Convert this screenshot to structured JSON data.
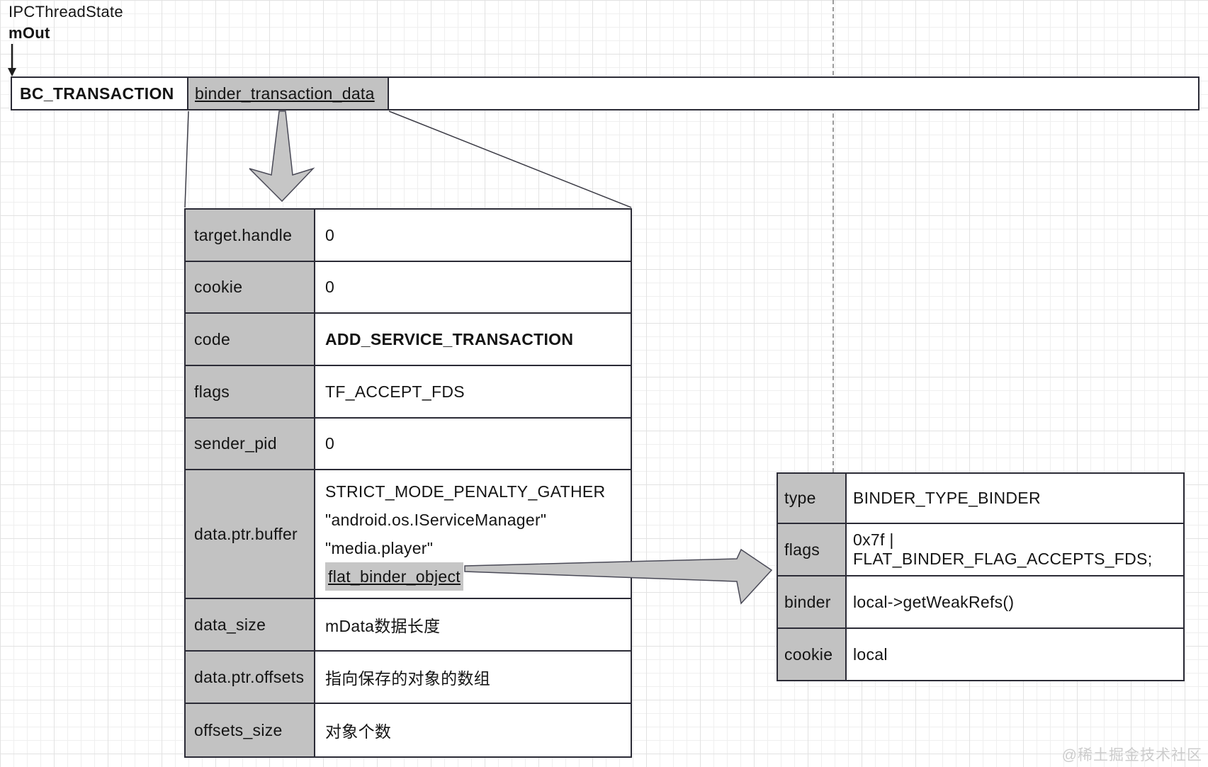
{
  "header": {
    "class_name": "IPCThreadState",
    "field_name": "mOut"
  },
  "command_bar": {
    "command": "BC_TRANSACTION",
    "payload": "binder_transaction_data"
  },
  "transaction_table": {
    "rows": [
      {
        "label": "target.handle",
        "value": "0"
      },
      {
        "label": "cookie",
        "value": "0"
      },
      {
        "label": "code",
        "value": "ADD_SERVICE_TRANSACTION"
      },
      {
        "label": "flags",
        "value": "TF_ACCEPT_FDS"
      },
      {
        "label": "sender_pid",
        "value": "0"
      },
      {
        "label": "data.ptr.buffer",
        "lines": [
          "STRICT_MODE_PENALTY_GATHER",
          "\"android.os.IServiceManager\"",
          "\"media.player\"",
          "flat_binder_object"
        ]
      },
      {
        "label": "data_size",
        "value": "mData数据长度"
      },
      {
        "label": "data.ptr.offsets",
        "value": "指向保存的对象的数组"
      },
      {
        "label": "offsets_size",
        "value": "对象个数"
      }
    ]
  },
  "flat_binder_table": {
    "rows": [
      {
        "label": "type",
        "value": "BINDER_TYPE_BINDER"
      },
      {
        "label": "flags",
        "value": "0x7f | FLAT_BINDER_FLAG_ACCEPTS_FDS;"
      },
      {
        "label": "binder",
        "value": "local->getWeakRefs()"
      },
      {
        "label": "cookie",
        "value": "local"
      }
    ]
  },
  "watermark": "@稀土掘金技术社区",
  "icons": {
    "mout_pointer": "small-down-arrow",
    "payload_expand": "block-arrow-down",
    "flat_binder_pointer": "block-arrow-right"
  },
  "colors": {
    "cell_gray": "#c2c2c2",
    "border": "#2b2b36",
    "arrow_fill": "#c6c6c6",
    "dashed_line": "#9b9b9b",
    "watermark": "#cccccc"
  }
}
